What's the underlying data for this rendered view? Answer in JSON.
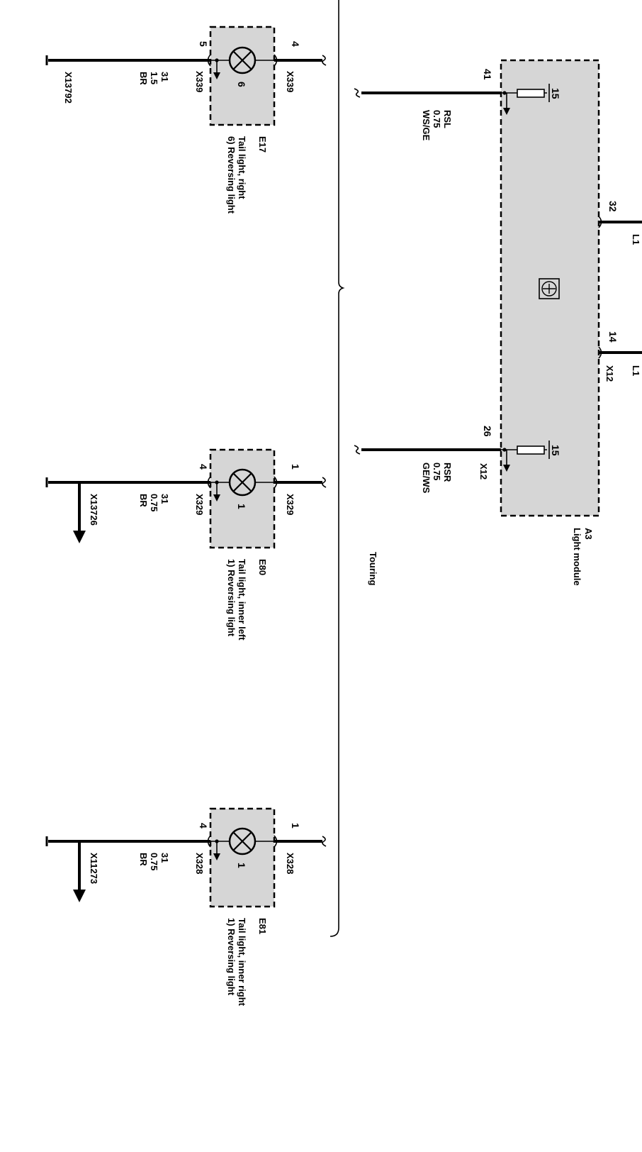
{
  "light_module": {
    "id": "A3",
    "name": "Light module",
    "connector": "X12",
    "pins": {
      "left": "41",
      "mid1": "32",
      "mid2": "14",
      "right": "26"
    },
    "resistor_pin_left": "15",
    "resistor_pin_right": "15",
    "cut_label_1": "L1",
    "cut_label_2": "L1"
  },
  "wires_top": {
    "rsl": {
      "name": "RSL",
      "size": "0.75",
      "color": "WS/GE"
    },
    "rsr": {
      "name": "RSR",
      "size": "0.75",
      "color": "GE/WS"
    }
  },
  "variant_note": "Touring",
  "lamps": [
    {
      "id": "E17",
      "name": "Tail light, right",
      "function": "6) Reversing light",
      "bulb_no": "6",
      "pin_in": "4",
      "pin_out": "5",
      "conn_in": "X339",
      "conn_out": "X339",
      "wire_code": "31",
      "wire_size": "1.5",
      "wire_color": "BR",
      "ground": "X13792"
    },
    {
      "id": "E80",
      "name": "Tail light, inner left",
      "function": "1) Reversing light",
      "bulb_no": "1",
      "pin_in": "1",
      "pin_out": "4",
      "conn_in": "X329",
      "conn_out": "X329",
      "wire_code": "31",
      "wire_size": "0.75",
      "wire_color": "BR",
      "ground": "X13726"
    },
    {
      "id": "E81",
      "name": "Tail light, inner right",
      "function": "1) Reversing light",
      "bulb_no": "1",
      "pin_in": "1",
      "pin_out": "4",
      "conn_in": "X328",
      "conn_out": "X328",
      "wire_code": "31",
      "wire_size": "0.75",
      "wire_color": "BR",
      "ground": "X11273"
    }
  ]
}
